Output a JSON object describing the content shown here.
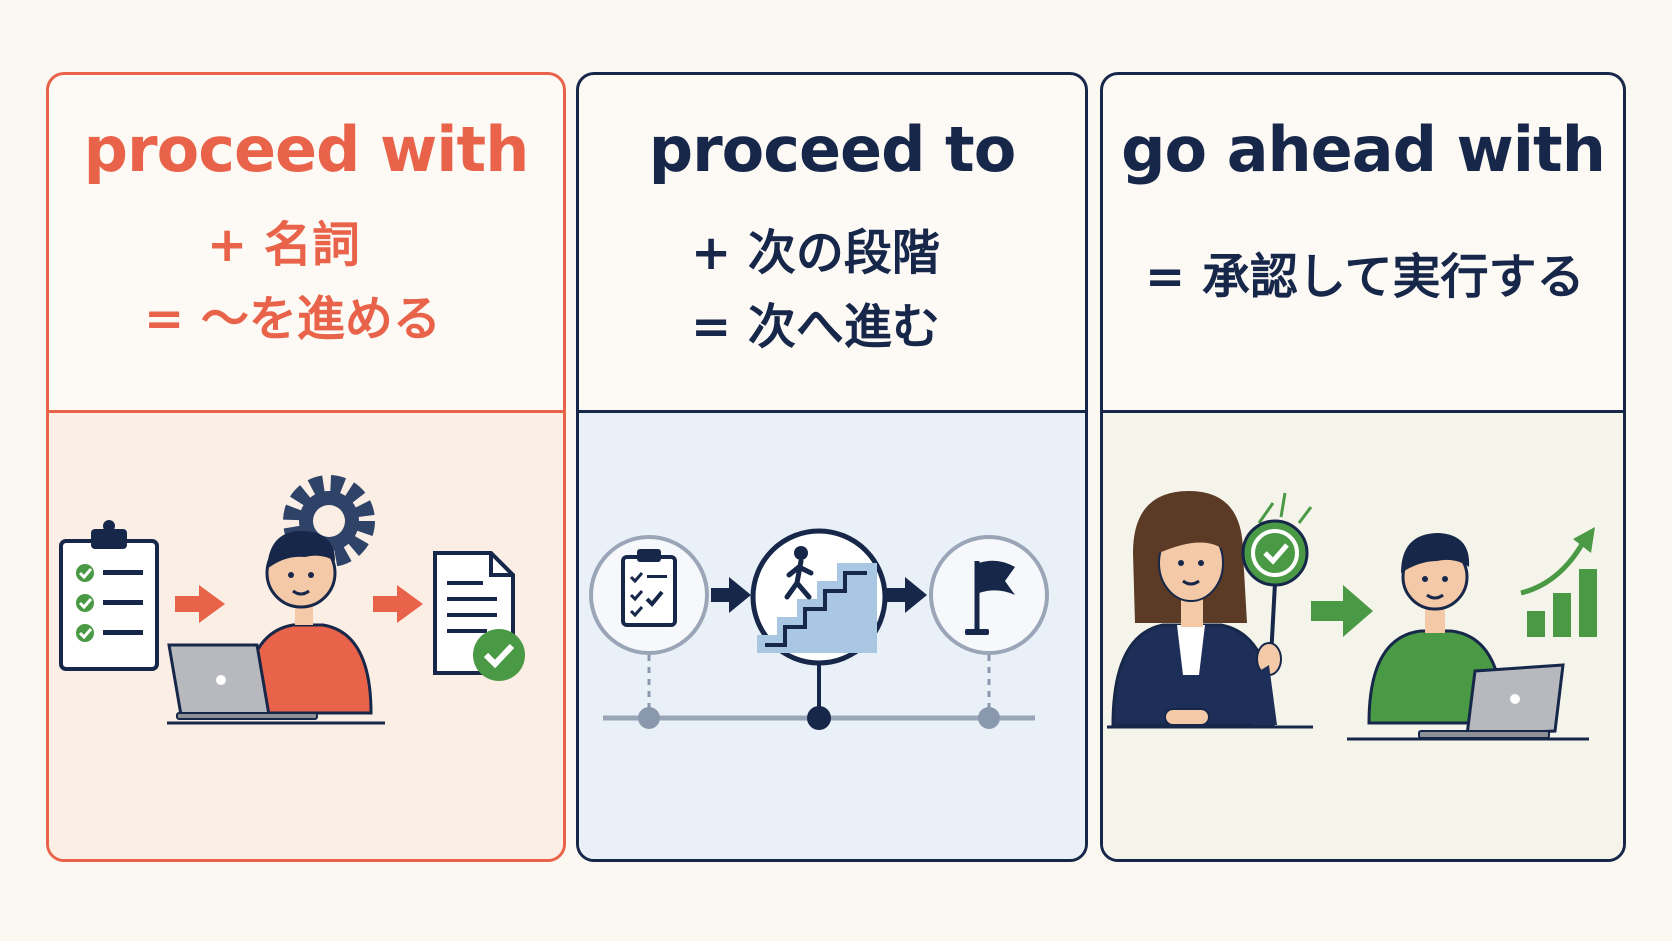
{
  "panels": [
    {
      "title": "proceed with",
      "line1": "+ 名詞",
      "line2": "= 〜を進める"
    },
    {
      "title": "proceed to",
      "line1": "+ 次の段階",
      "line2": "= 次へ進む"
    },
    {
      "title": "go ahead with",
      "line1": "= 承認して実行する"
    }
  ],
  "colors": {
    "accent": "#e8634a",
    "navy": "#16274a",
    "green": "#4a9a45",
    "light_blue": "#a9c6e3"
  },
  "icons": {
    "panel1": [
      "clipboard-checklist-icon",
      "arrow-right-icon",
      "person-laptop-icon",
      "gear-icon",
      "document-check-icon"
    ],
    "panel2": [
      "clipboard-checklist-icon",
      "stairs-climber-icon",
      "goal-flag-icon",
      "progress-timeline-icon"
    ],
    "panel3": [
      "approver-woman-icon",
      "approval-sign-icon",
      "arrow-right-icon",
      "person-laptop-icon",
      "growth-chart-icon"
    ]
  }
}
